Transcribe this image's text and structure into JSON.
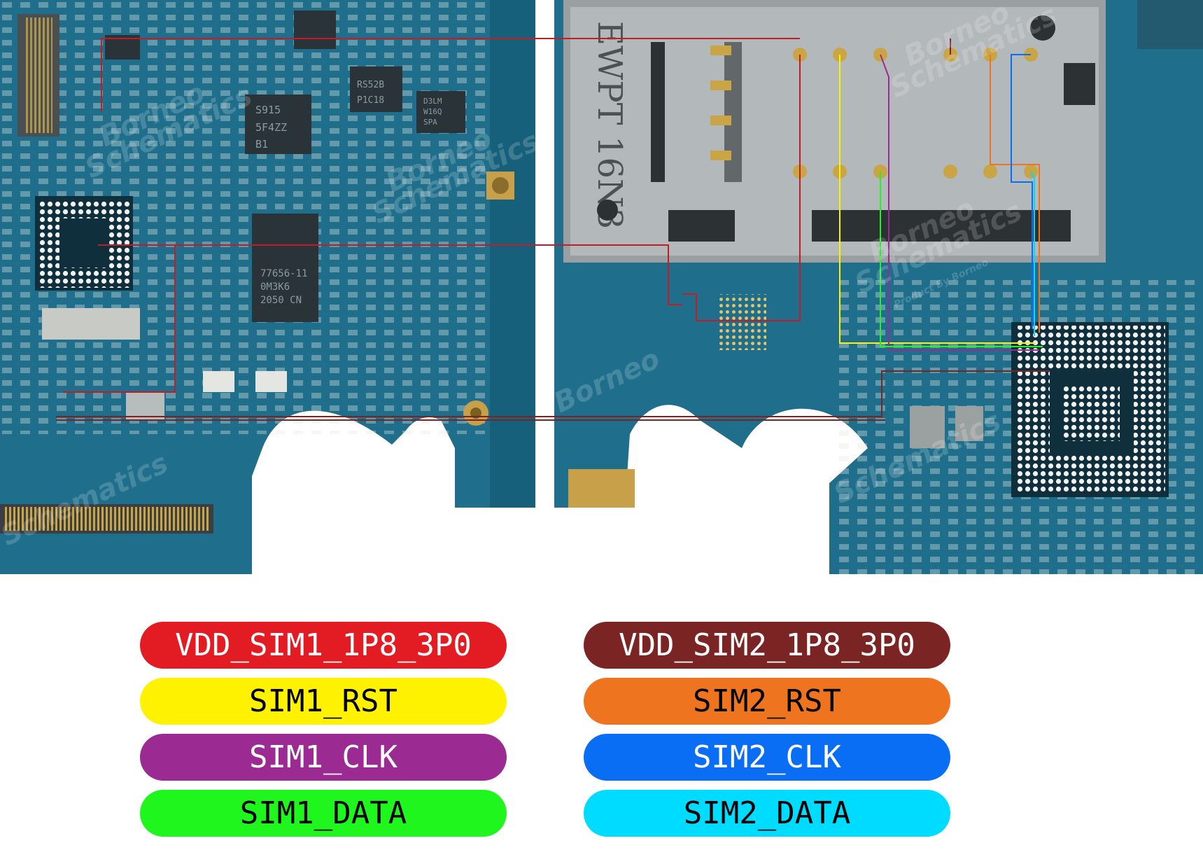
{
  "chip_marks": {
    "m1": "S915",
    "m2": "5F4ZZ",
    "m3": "B1",
    "m4": "RS52B",
    "m5": "P1C18",
    "m6": "D3LM",
    "m7": "W16Q",
    "m8": "SPA",
    "m9": "77656-11",
    "m10": "0M3K6",
    "m11": "2050 CN"
  },
  "tray_text": "EWPT 16N3",
  "watermarks": [
    "Borneo",
    "Schematics",
    "Product By Borneo"
  ],
  "legend": [
    {
      "label": "VDD_SIM1_1P8_3P0",
      "color": "#e31b23",
      "text_color": "#ffffff"
    },
    {
      "label": "VDD_SIM2_1P8_3P0",
      "color": "#7b2424",
      "text_color": "#ffffff"
    },
    {
      "label": "SIM1_RST",
      "color": "#fff200",
      "text_color": "#000000"
    },
    {
      "label": "SIM2_RST",
      "color": "#ee7420",
      "text_color": "#000000"
    },
    {
      "label": "SIM1_CLK",
      "color": "#9b2b93",
      "text_color": "#ffffff"
    },
    {
      "label": "SIM2_CLK",
      "color": "#0a6ef5",
      "text_color": "#ffffff"
    },
    {
      "label": "SIM1_DATA",
      "color": "#1ef61e",
      "text_color": "#000000"
    },
    {
      "label": "SIM2_DATA",
      "color": "#00dcff",
      "text_color": "#000000"
    }
  ],
  "colors": {
    "pcb": "#1f6f8c",
    "pcb_dark": "#145670",
    "silk": "#d8e4e8",
    "trace_red": "#c41c24"
  }
}
